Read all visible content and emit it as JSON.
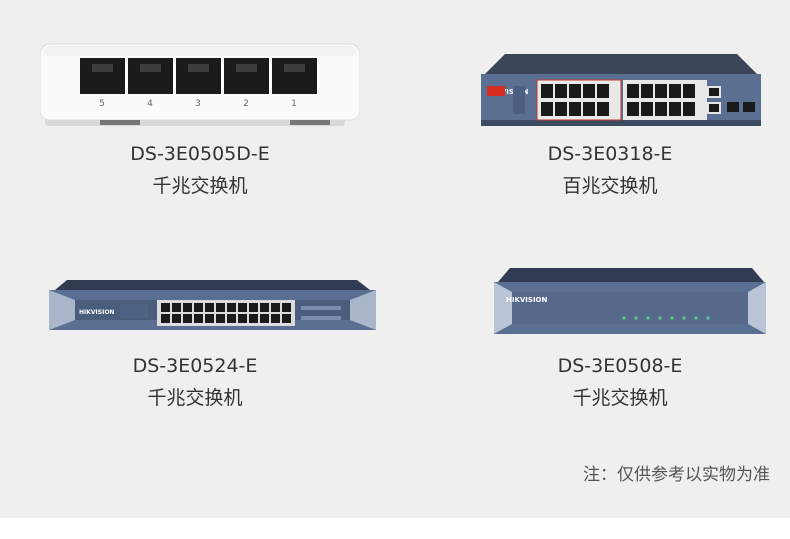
{
  "products": [
    {
      "model": "DS-3E0505D-E",
      "type": "千兆交换机",
      "brand": "",
      "ports": [
        "5",
        "4",
        "3",
        "2",
        "1"
      ]
    },
    {
      "model": "DS-3E0318-E",
      "type": "百兆交换机",
      "brand": "HIKVISION"
    },
    {
      "model": "DS-3E0524-E",
      "type": "千兆交换机",
      "brand": "HIKVISION"
    },
    {
      "model": "DS-3E0508-E",
      "type": "千兆交换机",
      "brand": "HIKVISION"
    }
  ],
  "note": "注：仅供参考以实物为准",
  "colors": {
    "background": "#efefef",
    "switch_blue": "#5b6f92",
    "switch_dark": "#2f3c52",
    "brand_red": "#d62d20"
  }
}
